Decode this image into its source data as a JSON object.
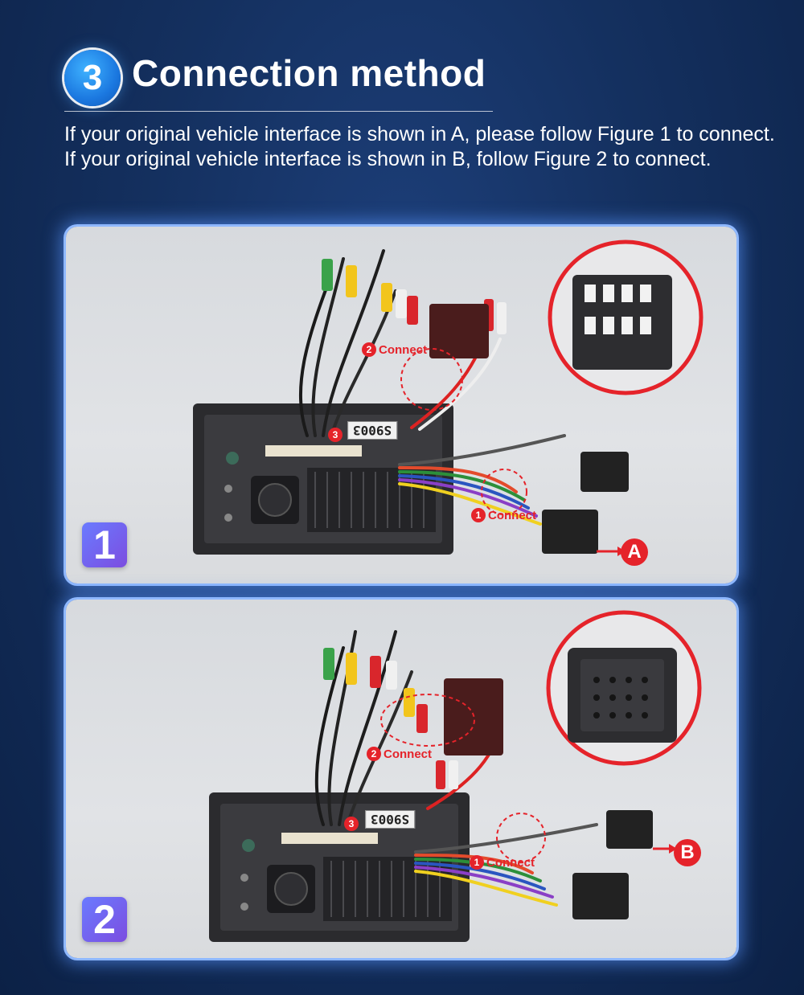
{
  "header": {
    "step_number": "3",
    "title": "Connection method"
  },
  "instructions": {
    "line1": "If your original vehicle interface is shown in A, please follow Figure 1 to connect.",
    "line2": "If your original vehicle interface is shown in B, follow Figure 2 to connect."
  },
  "figures": [
    {
      "number": "1",
      "model_tag": "S9003",
      "label_1": "Connect",
      "label_2": "Connect",
      "label_3": "3",
      "dot_1": "1",
      "dot_2": "2",
      "interface_letter": "A"
    },
    {
      "number": "2",
      "model_tag": "S9003",
      "label_1": "Connect",
      "label_2": "Connect",
      "label_3": "3",
      "dot_1": "1",
      "dot_2": "2",
      "interface_letter": "B"
    }
  ],
  "colors": {
    "accent_red": "#e5232a",
    "panel_glow": "#8fb8ff",
    "background": "#14305f"
  }
}
